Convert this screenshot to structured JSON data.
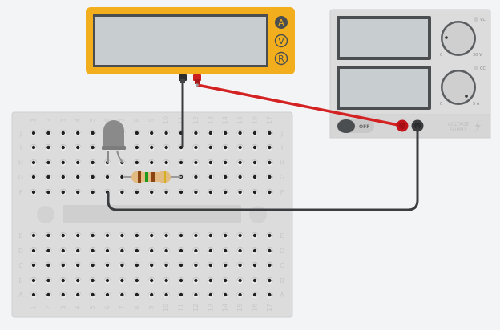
{
  "canvas": {
    "background": "#f3f4f6"
  },
  "multimeter": {
    "body_color": "#f2ae1c",
    "display_color": "#c8cdcf",
    "modes": [
      {
        "label": "A",
        "selected": true
      },
      {
        "label": "V",
        "selected": false
      },
      {
        "label": "R",
        "selected": false
      }
    ],
    "probes": [
      {
        "name": "black-probe",
        "color": "#333333"
      },
      {
        "name": "red-probe",
        "color": "#cc1f1f"
      }
    ]
  },
  "power_supply": {
    "displays": [
      "",
      ""
    ],
    "voltage_knob": {
      "min_label": "0",
      "max_label": "30 V",
      "indicator_label": "VC"
    },
    "current_knob": {
      "min_label": "0",
      "max_label": "5 A",
      "indicator_label": "CC"
    },
    "power_switch": {
      "label": "OFF",
      "state": "off"
    },
    "brand_label_line1": "VOLTAGE",
    "brand_label_line2": "SUPPLY",
    "terminals": [
      {
        "name": "positive",
        "color": "#c0141a"
      },
      {
        "name": "negative",
        "color": "#3a3c3e"
      }
    ]
  },
  "breadboard": {
    "columns": [
      "1",
      "2",
      "3",
      "4",
      "5",
      "6",
      "7",
      "8",
      "9",
      "10",
      "11",
      "12",
      "13",
      "14",
      "15",
      "16",
      "17"
    ],
    "top_rows": [
      "J",
      "I",
      "H",
      "G",
      "F"
    ],
    "bottom_rows": [
      "E",
      "D",
      "C",
      "B",
      "A"
    ]
  },
  "components": {
    "led": {
      "color": "#8a8a8a",
      "state": "off"
    },
    "resistor": {
      "bands": [
        "#8b4513",
        "#1a9a1a",
        "#8b4513",
        "#d4b020"
      ]
    }
  },
  "wires": {
    "red": "#d42222",
    "black": "#3a3c3e"
  }
}
